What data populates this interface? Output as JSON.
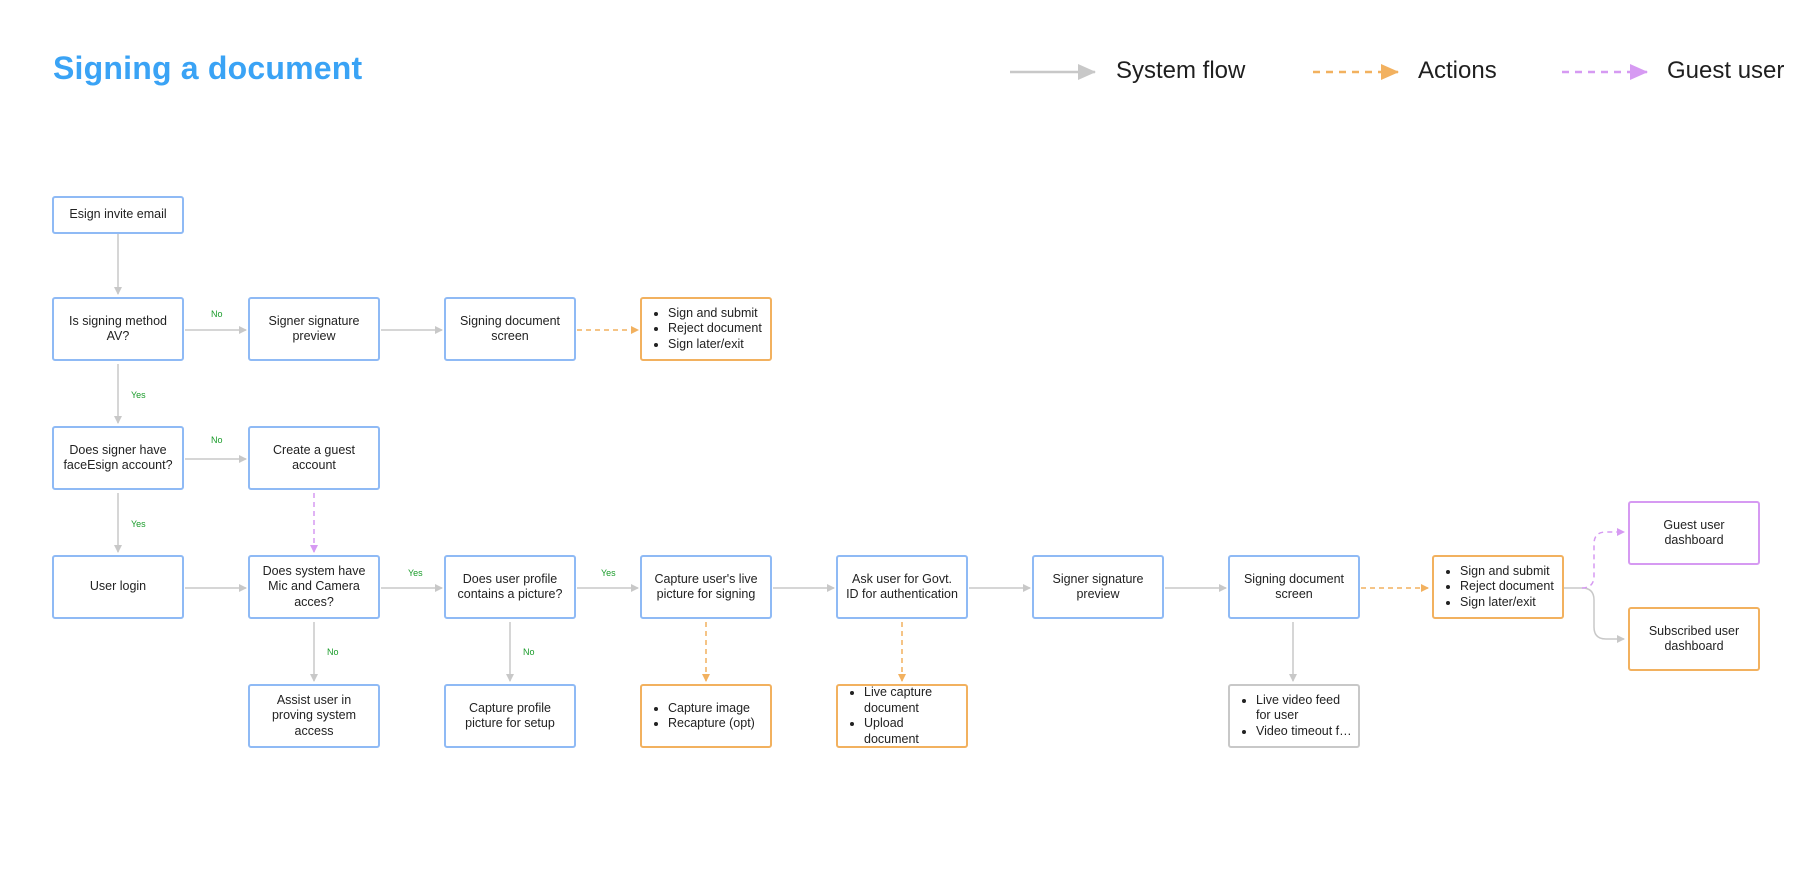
{
  "title": "Signing a document",
  "legend": {
    "system_flow": "System flow",
    "actions": "Actions",
    "guest_user": "Guest user"
  },
  "colors": {
    "title": "#3aa3f5",
    "system_flow": "#c8c8c8",
    "actions": "#f2b15f",
    "guest_user": "#d69af2",
    "node_border": "#8fbaf5",
    "yes_no_label": "#1a9c2a"
  },
  "nodes": {
    "esign_invite": "Esign invite email",
    "is_av": "Is signing method AV?",
    "signer_preview_top": "Signer signature preview",
    "signing_screen_top": "Signing document screen",
    "has_account": "Does signer have faceEsign account?",
    "create_guest": "Create a guest account",
    "user_login": "User login",
    "mic_camera": "Does system have Mic and Camera acces?",
    "profile_picture": "Does user profile contains a picture?",
    "capture_live": "Capture user's live picture for signing",
    "ask_govt_id": "Ask user for Govt. ID for authentication",
    "signer_preview_bottom": "Signer signature preview",
    "signing_screen_bottom": "Signing document screen",
    "assist_access": "Assist user in proving system access",
    "capture_profile": "Capture profile picture for setup",
    "guest_dashboard": "Guest user dashboard",
    "subscribed_dashboard": "Subscribed user dashboard"
  },
  "actions_top": [
    "Sign and submit",
    "Reject document",
    "Sign later/exit"
  ],
  "actions_bottom": [
    "Sign and submit",
    "Reject document",
    "Sign later/exit"
  ],
  "capture_actions": [
    "Capture image",
    "Recapture (opt)"
  ],
  "id_actions": [
    "Live capture document",
    "Upload document"
  ],
  "video_items": [
    "Live video feed for user",
    "Video timeout for..."
  ],
  "edge_labels": {
    "av_no": "No",
    "av_yes": "Yes",
    "account_no": "No",
    "account_yes": "Yes",
    "mic_yes": "Yes",
    "profile_yes": "Yes",
    "mic_no": "No",
    "profile_no": "No"
  }
}
